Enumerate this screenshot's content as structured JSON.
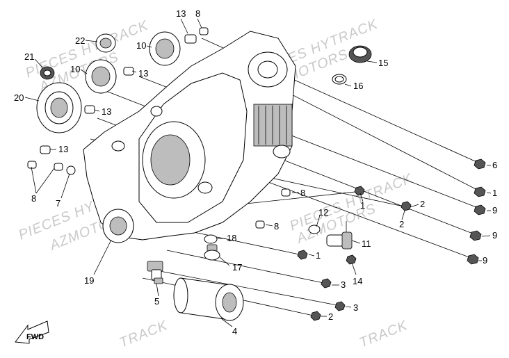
{
  "watermarks": {
    "brand": "PIECES HYTRACK",
    "dealer": "AZMOTORS",
    "track": "TRACK"
  },
  "callouts": [
    {
      "id": "c1",
      "text": "13"
    },
    {
      "id": "c2",
      "text": "8"
    },
    {
      "id": "c3",
      "text": "22"
    },
    {
      "id": "c4",
      "text": "10"
    },
    {
      "id": "c5",
      "text": "21"
    },
    {
      "id": "c6",
      "text": "10"
    },
    {
      "id": "c7",
      "text": "13"
    },
    {
      "id": "c8",
      "text": "20"
    },
    {
      "id": "c9",
      "text": "13"
    },
    {
      "id": "c10",
      "text": "13"
    },
    {
      "id": "c11",
      "text": "15"
    },
    {
      "id": "c12",
      "text": "16"
    },
    {
      "id": "c13",
      "text": "6"
    },
    {
      "id": "c14",
      "text": "1"
    },
    {
      "id": "c15",
      "text": "9"
    },
    {
      "id": "c16",
      "text": "8"
    },
    {
      "id": "c17",
      "text": "8"
    },
    {
      "id": "c18",
      "text": "7"
    },
    {
      "id": "c19",
      "text": "1"
    },
    {
      "id": "c20",
      "text": "2"
    },
    {
      "id": "c21",
      "text": "12"
    },
    {
      "id": "c22",
      "text": "2"
    },
    {
      "id": "c23",
      "text": "9"
    },
    {
      "id": "c24",
      "text": "8"
    },
    {
      "id": "c25",
      "text": "18"
    },
    {
      "id": "c26",
      "text": "11"
    },
    {
      "id": "c27",
      "text": "9"
    },
    {
      "id": "c28",
      "text": "19"
    },
    {
      "id": "c29",
      "text": "17"
    },
    {
      "id": "c30",
      "text": "1"
    },
    {
      "id": "c31",
      "text": "14"
    },
    {
      "id": "c32",
      "text": "3"
    },
    {
      "id": "c33",
      "text": "5"
    },
    {
      "id": "c34",
      "text": "3"
    },
    {
      "id": "c35",
      "text": "2"
    },
    {
      "id": "c36",
      "text": "4"
    }
  ],
  "fwd_label": "FWD"
}
